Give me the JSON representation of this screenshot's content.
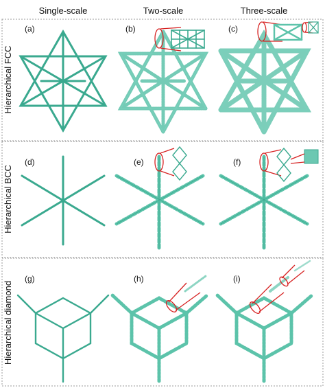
{
  "figure": {
    "columns": [
      {
        "label": "Single-scale"
      },
      {
        "label": "Two-scale"
      },
      {
        "label": "Three-scale"
      }
    ],
    "rows": [
      {
        "label": "Hierarchical FCC"
      },
      {
        "label": "Hierarchical BCC"
      },
      {
        "label": "Hierarchical diamond"
      }
    ],
    "panels": [
      {
        "label": "(a)"
      },
      {
        "label": "(b)"
      },
      {
        "label": "(c)"
      },
      {
        "label": "(d)"
      },
      {
        "label": "(e)"
      },
      {
        "label": "(f)"
      },
      {
        "label": "(g)"
      },
      {
        "label": "(h)"
      },
      {
        "label": "(i)"
      }
    ],
    "colors": {
      "strut": "#3aa98f",
      "lattice": "#5cc3aa",
      "callout": "#d62020",
      "frame": "#9a9a9a"
    }
  }
}
